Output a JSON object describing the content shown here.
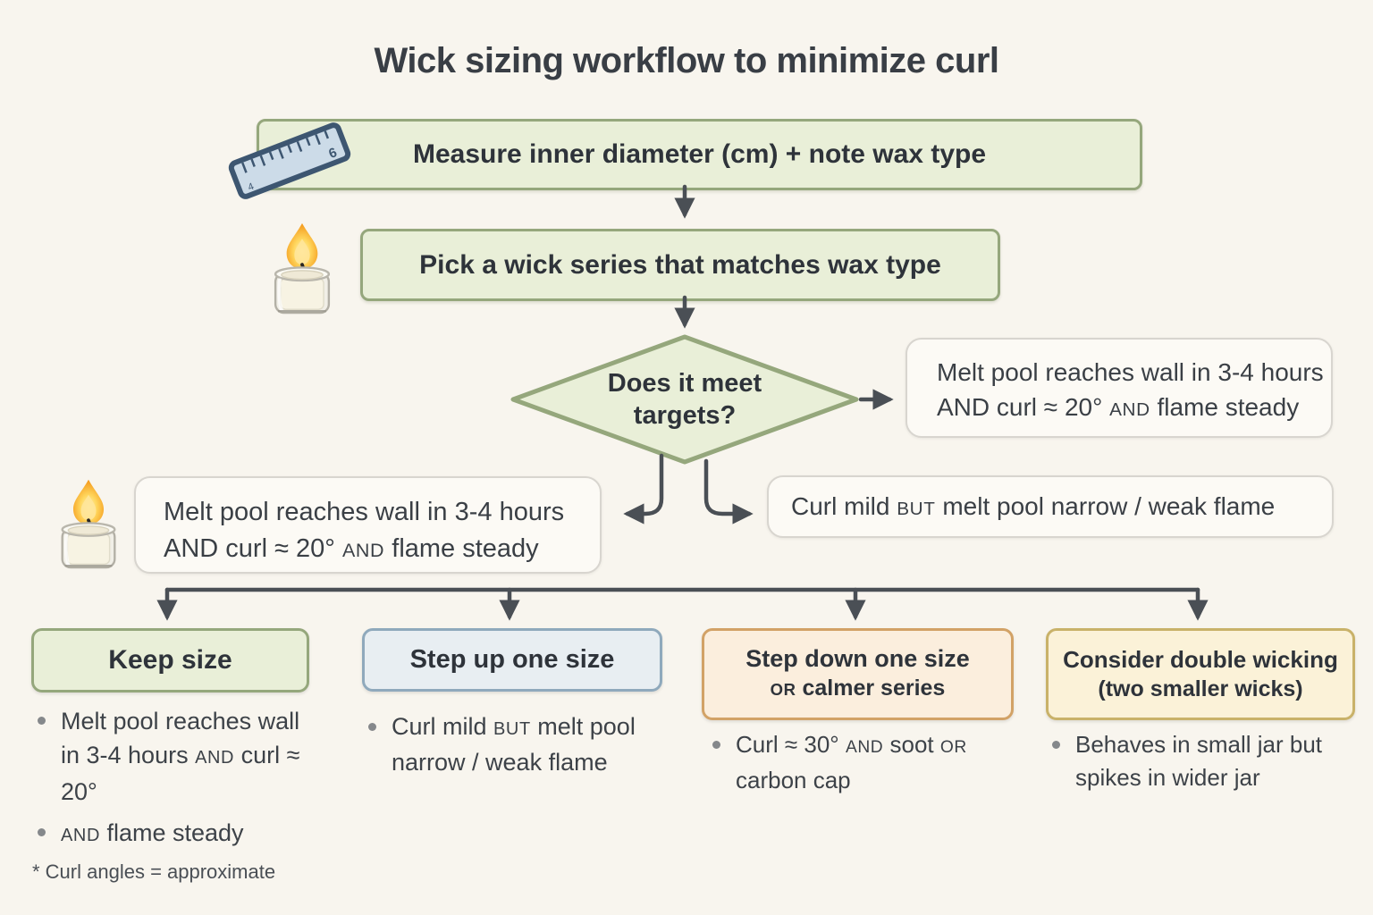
{
  "title": "Wick sizing workflow to minimize curl",
  "flow": {
    "step1": "Measure inner diameter (cm) + note wax type",
    "step2": "Pick a wick series that matches wax type",
    "decision": "Does it meet targets?",
    "target_note": {
      "lines": [
        [
          {
            "t": "Melt pool reaches wall in 3-4 hours"
          }
        ],
        [
          {
            "t": "AND curl ≈ 20° "
          },
          {
            "t": "AND",
            "sc": true
          },
          {
            "t": " flame steady"
          }
        ]
      ]
    },
    "yes_branch": {
      "lines": [
        [
          {
            "t": "Melt pool reaches wall in 3-4 hours"
          }
        ],
        [
          {
            "t": "AND curl ≈ 20° "
          },
          {
            "t": "AND",
            "sc": true
          },
          {
            "t": " flame steady"
          }
        ]
      ]
    },
    "no_branch": {
      "lines": [
        [
          {
            "t": "Curl mild "
          },
          {
            "t": "BUT",
            "sc": true
          },
          {
            "t": " melt pool narrow / weak flame"
          }
        ]
      ]
    }
  },
  "outcomes": [
    {
      "title": "Keep size",
      "bullets": [
        [
          {
            "t": "Melt pool reaches wall in 3-4 hours "
          },
          {
            "t": "AND",
            "sc": true
          },
          {
            "t": " curl ≈ 20°"
          }
        ],
        [
          {
            "t": "AND",
            "sc": true
          },
          {
            "t": " flame steady"
          }
        ]
      ]
    },
    {
      "title": "Step up one size",
      "bullets": [
        [
          {
            "t": "Curl mild "
          },
          {
            "t": "BUT",
            "sc": true
          },
          {
            "t": " melt pool narrow / weak flame"
          }
        ]
      ]
    },
    {
      "title": "Step down one size",
      "subtitle": [
        {
          "t": "OR",
          "sc": true
        },
        {
          "t": " calmer series"
        }
      ],
      "bullets": [
        [
          {
            "t": "Curl ≈ 30° "
          },
          {
            "t": "AND",
            "sc": true
          },
          {
            "t": " soot "
          },
          {
            "t": "OR",
            "sc": true
          },
          {
            "t": " carbon cap"
          }
        ]
      ]
    },
    {
      "title": "Consider double wicking",
      "subtitle": [
        {
          "t": "(two smaller wicks)"
        }
      ],
      "bullets": [
        [
          {
            "t": "Behaves in small jar but spikes in wider jar"
          }
        ]
      ]
    }
  ],
  "footnote": "* Curl angles = approximate",
  "icons": {
    "ruler": "ruler-icon",
    "candle_step2": "candle-icon",
    "candle_yes": "candle-icon"
  },
  "colors": {
    "background": "#f8f5ee",
    "ink": "#363b42",
    "arrow": "#4a4f55",
    "green_fill": "#e9efd8",
    "green_border": "#95a77c",
    "blue_fill": "#e8eef2",
    "blue_border": "#8fa9bc",
    "orange_fill": "#fbeedd",
    "orange_border": "#d2a266",
    "yellow_fill": "#fbf2d8",
    "yellow_border": "#c9b269",
    "note_fill": "#fcfaf5",
    "note_border": "#d8d5cf"
  }
}
